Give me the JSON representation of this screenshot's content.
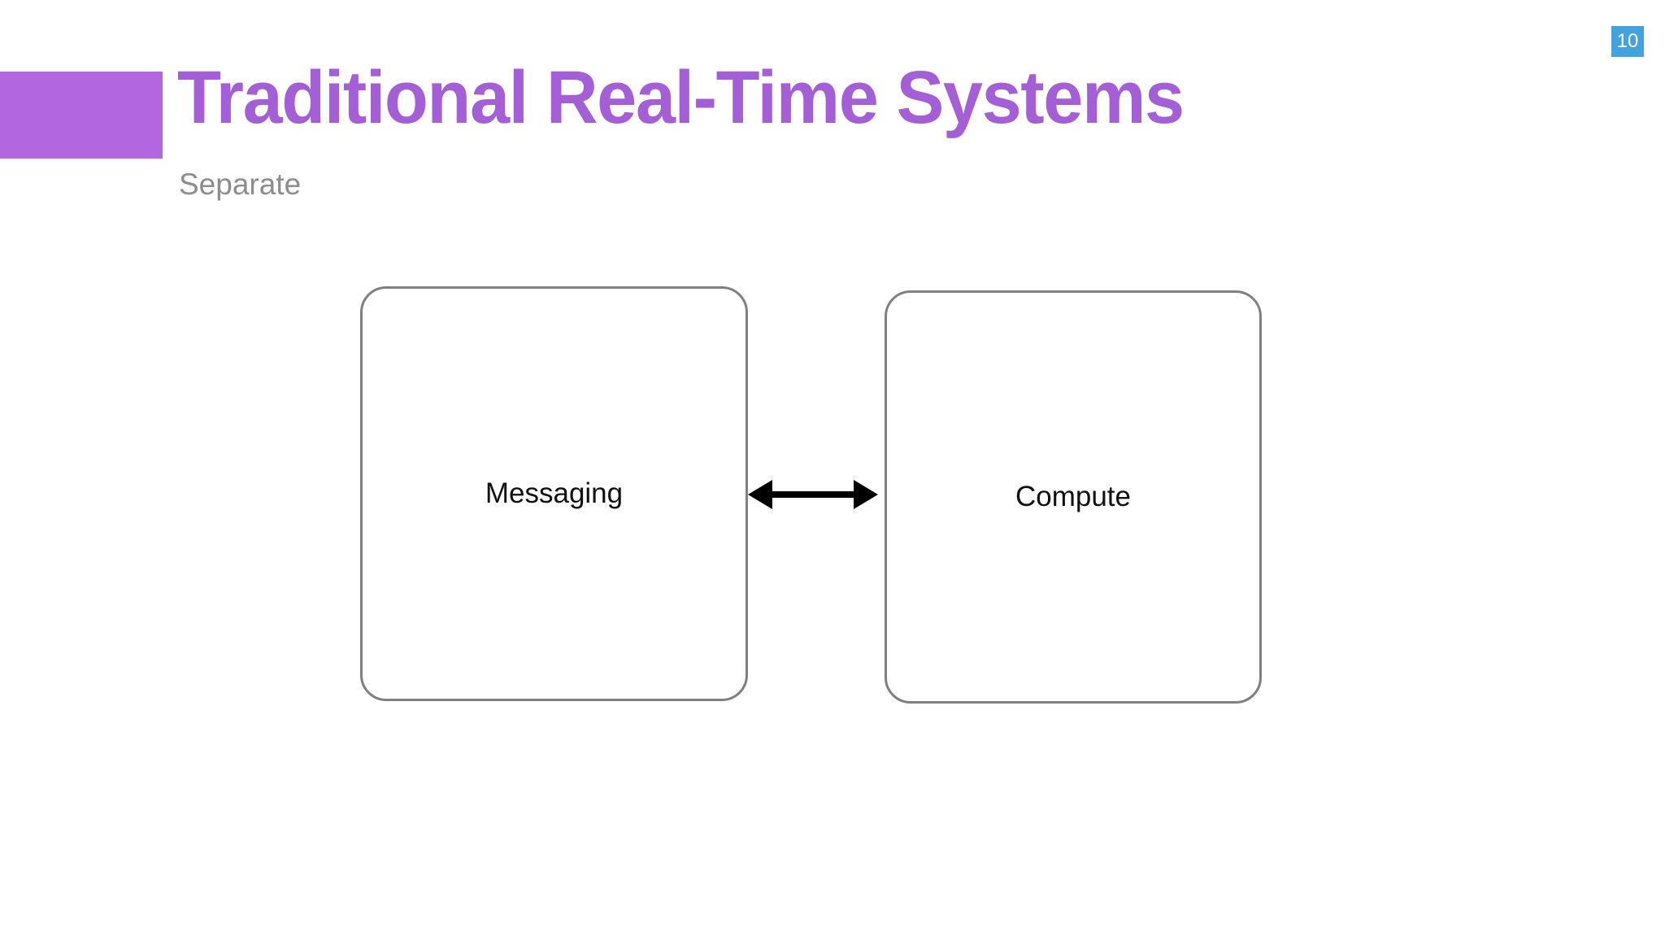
{
  "slide": {
    "page_number": "10",
    "title": "Traditional Real-Time Systems",
    "subtitle": "Separate",
    "accent_color": "#b266e0",
    "title_color": "#a55fd6",
    "subtitle_color": "#8d8d8d",
    "badge_color": "#44a3dc",
    "background_color": "#ffffff"
  },
  "diagram": {
    "type": "block-diagram",
    "node_border_color": "#808080",
    "connector_color": "#000000",
    "nodes": [
      {
        "id": "messaging",
        "label": "Messaging"
      },
      {
        "id": "compute",
        "label": "Compute"
      }
    ],
    "connectors": [
      {
        "id": "messaging-compute",
        "from": "messaging",
        "to": "compute",
        "style": "double-headed-arrow",
        "label": ""
      }
    ]
  }
}
